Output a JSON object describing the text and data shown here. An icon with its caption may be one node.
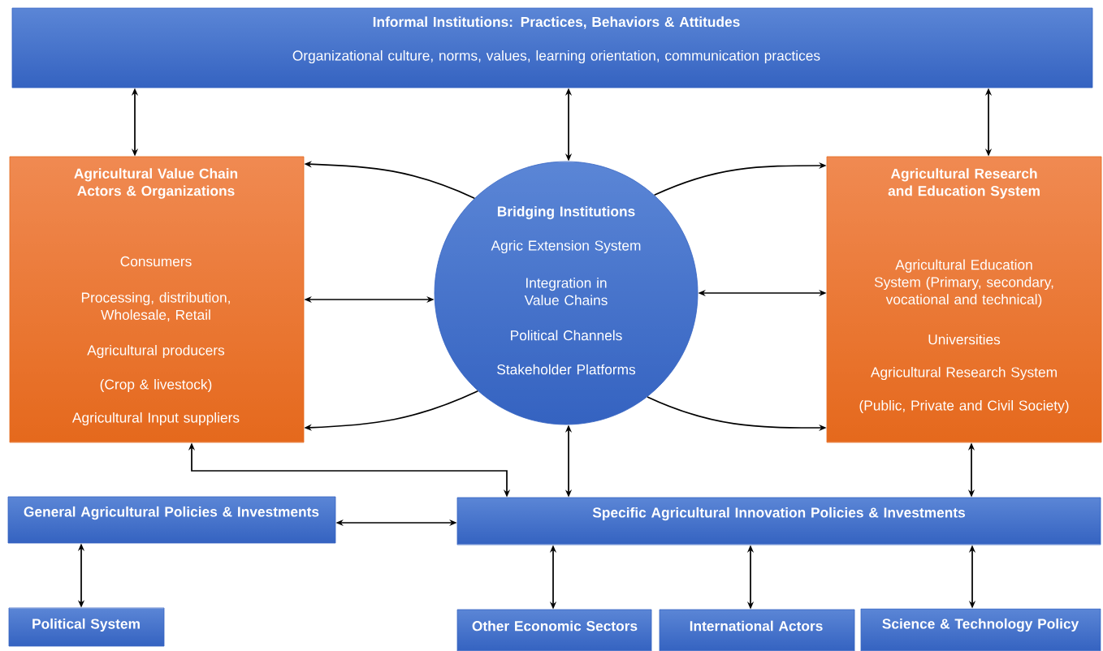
{
  "diagram": {
    "nodes": [
      {
        "text": [
          "Informal Institutions: Practices, Behaviors & Attitudes",
          "Organizational culture, norms, values, learning orientation, communication practices"
        ]
      },
      {
        "text": [
          "Agricultural Value Chain Actors & Organizations",
          "Consumers",
          "Processing, distribution, Wholesale, Retail",
          "Agricultural producers",
          "(Crop & livestock)",
          "Agricultural Input suppliers"
        ]
      },
      {
        "text": [
          "Bridging Institutions",
          "Agric Extension System",
          "Integration in Value Chains",
          "Political Channels",
          "Stakeholder Platforms"
        ]
      },
      {
        "text": [
          "Agricultural Research and Education System",
          "Agricultural Education System (Primary, secondary, vocational and technical)",
          "Universities",
          "Agricultural Research System",
          "(Public, Private and Civil Society)"
        ]
      },
      {
        "text": [
          "General Agricultural Policies & Investments"
        ]
      },
      {
        "text": [
          "Specific Agricultural Innovation Policies & Investments"
        ]
      },
      {
        "text": [
          "Political System"
        ]
      },
      {
        "text": [
          "Other Economic Sectors"
        ]
      },
      {
        "text": [
          "International Actors"
        ]
      },
      {
        "text": [
          "Science & Technology Policy"
        ]
      }
    ],
    "edges": [
      {
        "from": 0,
        "to": 1,
        "arrow": "both"
      },
      {
        "from": 0,
        "to": 2,
        "arrow": "both"
      },
      {
        "from": 0,
        "to": 3,
        "arrow": "both"
      },
      {
        "from": 2,
        "to": 1,
        "arrow": "both"
      },
      {
        "from": 2,
        "to": 3,
        "arrow": "both"
      },
      {
        "from": 2,
        "to": 1,
        "arrow": "to"
      },
      {
        "from": 2,
        "to": 1,
        "arrow": "to"
      },
      {
        "from": 2,
        "to": 3,
        "arrow": "to"
      },
      {
        "from": 2,
        "to": 3,
        "arrow": "to"
      },
      {
        "from": 5,
        "to": 1,
        "arrow": "both"
      },
      {
        "from": 5,
        "to": 2,
        "arrow": "both"
      },
      {
        "from": 5,
        "to": 3,
        "arrow": "both"
      },
      {
        "from": 4,
        "to": 5,
        "arrow": "both"
      },
      {
        "from": 4,
        "to": 6,
        "arrow": "both"
      },
      {
        "from": 5,
        "to": 7,
        "arrow": "both"
      },
      {
        "from": 5,
        "to": 8,
        "arrow": "both"
      },
      {
        "from": 5,
        "to": 9,
        "arrow": "both"
      }
    ]
  }
}
